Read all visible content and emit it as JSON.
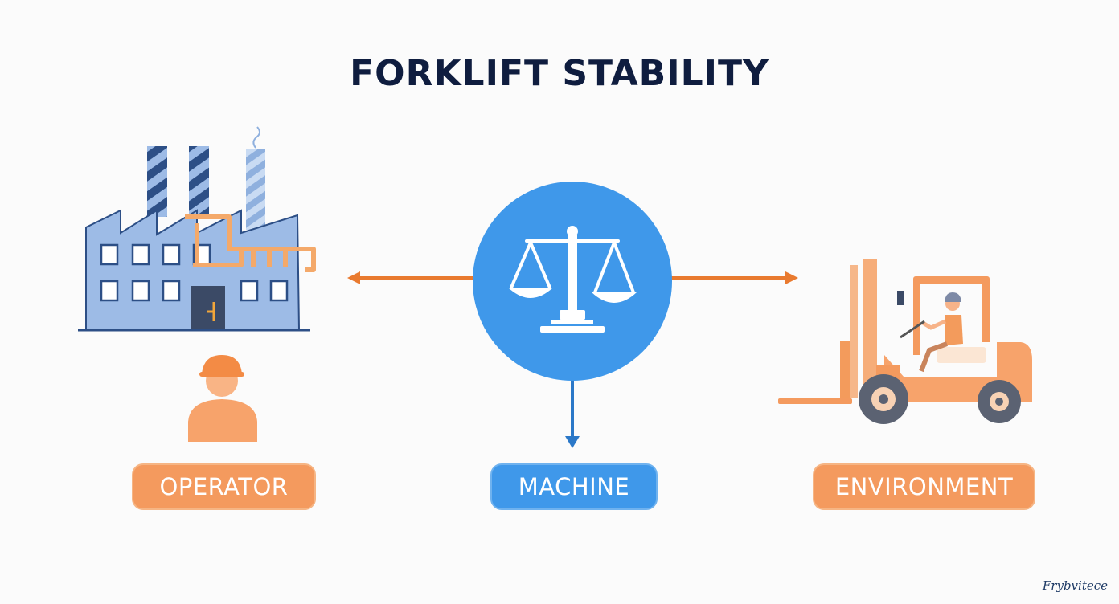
{
  "title": "FORKLIFT STABILITY",
  "labels": {
    "operator": "OPERATOR",
    "machine": "MACHINE",
    "environment": "ENVIRONMENT"
  },
  "watermark": "Frybvitece",
  "icons": {
    "left": "factory-icon",
    "left_lower": "worker-icon",
    "center": "balance-scale-icon",
    "right": "forklift-icon"
  },
  "colors": {
    "title": "#0f1d3f",
    "orange": "#f49a5e",
    "blue": "#3f98ea",
    "factory": "#9dbbe6",
    "factory_dark": "#2d4f86",
    "arrow_orange": "#e97a2f",
    "arrow_blue": "#2b78c8"
  }
}
